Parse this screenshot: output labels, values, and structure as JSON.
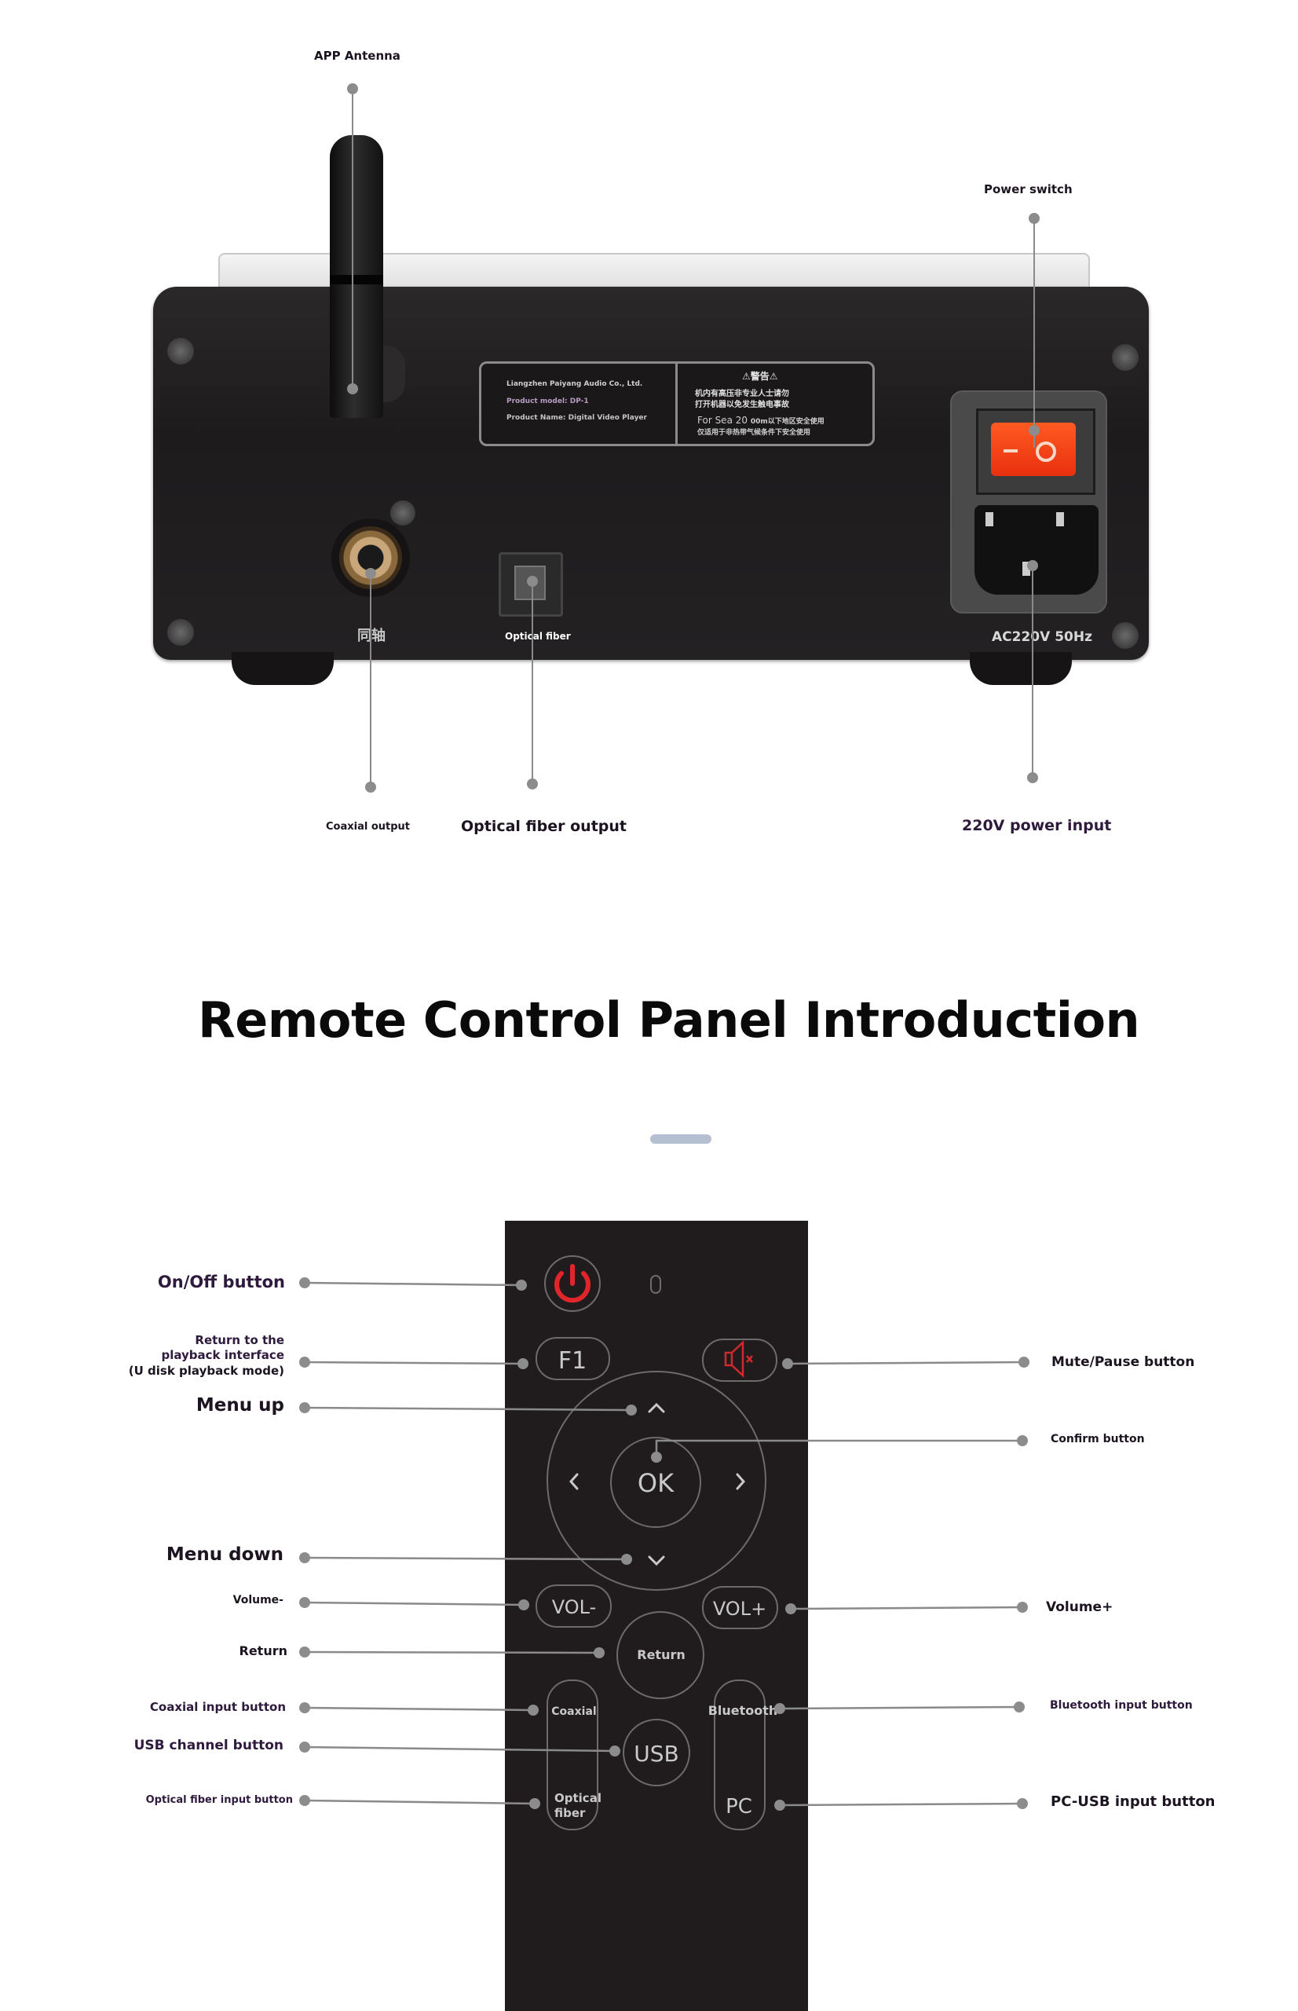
{
  "rear_panel": {
    "callouts": {
      "antenna": "APP Antenna",
      "power_switch": "Power switch",
      "coaxial_output": "Coaxial output",
      "optical_output": "Optical fiber output",
      "power_input": "220V power input"
    },
    "device_markings": {
      "coaxial_cn": "同轴",
      "optical": "Optical fiber",
      "power_rating": "AC220V 50Hz"
    },
    "nameplate": {
      "company": "Liangzhen Paiyang Audio Co., Ltd.",
      "model": "Product model: DP-1",
      "name": "Product Name: Digital Video Player",
      "warning_title": "警告",
      "warning_line1": "机内有高压非专业人士请勿",
      "warning_line2": "打开机器以免发生触电事故",
      "altitude_prefix": "For Sea 20",
      "altitude_line1": "00m以下地区安全使用",
      "altitude_line2": "仅适用于非热带气候条件下安全使用"
    }
  },
  "section": {
    "title": "Remote Control Panel Introduction",
    "accent_color": "#b4c0d2"
  },
  "remote": {
    "buttons": {
      "f1": "F1",
      "ok": "OK",
      "vol_minus": "VOL-",
      "vol_plus": "VOL+",
      "return": "Return",
      "coaxial": "Coaxial",
      "bluetooth": "Bluetooth",
      "usb": "USB",
      "optical_1": "Optical",
      "optical_2": "fiber",
      "pc": "PC"
    },
    "colors": {
      "body": "#201c1e",
      "accent_red": "#e0262a",
      "outline": "#6c6a6b"
    },
    "left_callouts": {
      "on_off": "On/Off button",
      "return_playback_1": "Return to the",
      "return_playback_2": "playback interface",
      "return_playback_3": "(U disk playback mode)",
      "menu_up": "Menu up",
      "menu_down": "Menu down",
      "volume_minus": "Volume-",
      "return": "Return",
      "coaxial_input": "Coaxial input button",
      "usb_channel": "USB channel button",
      "optical_input": "Optical fiber input button"
    },
    "right_callouts": {
      "mute_pause": "Mute/Pause button",
      "confirm": "Confirm button",
      "volume_plus": "Volume+",
      "bluetooth_input": "Bluetooth input button",
      "pc_usb_input": "PC-USB input button"
    }
  }
}
